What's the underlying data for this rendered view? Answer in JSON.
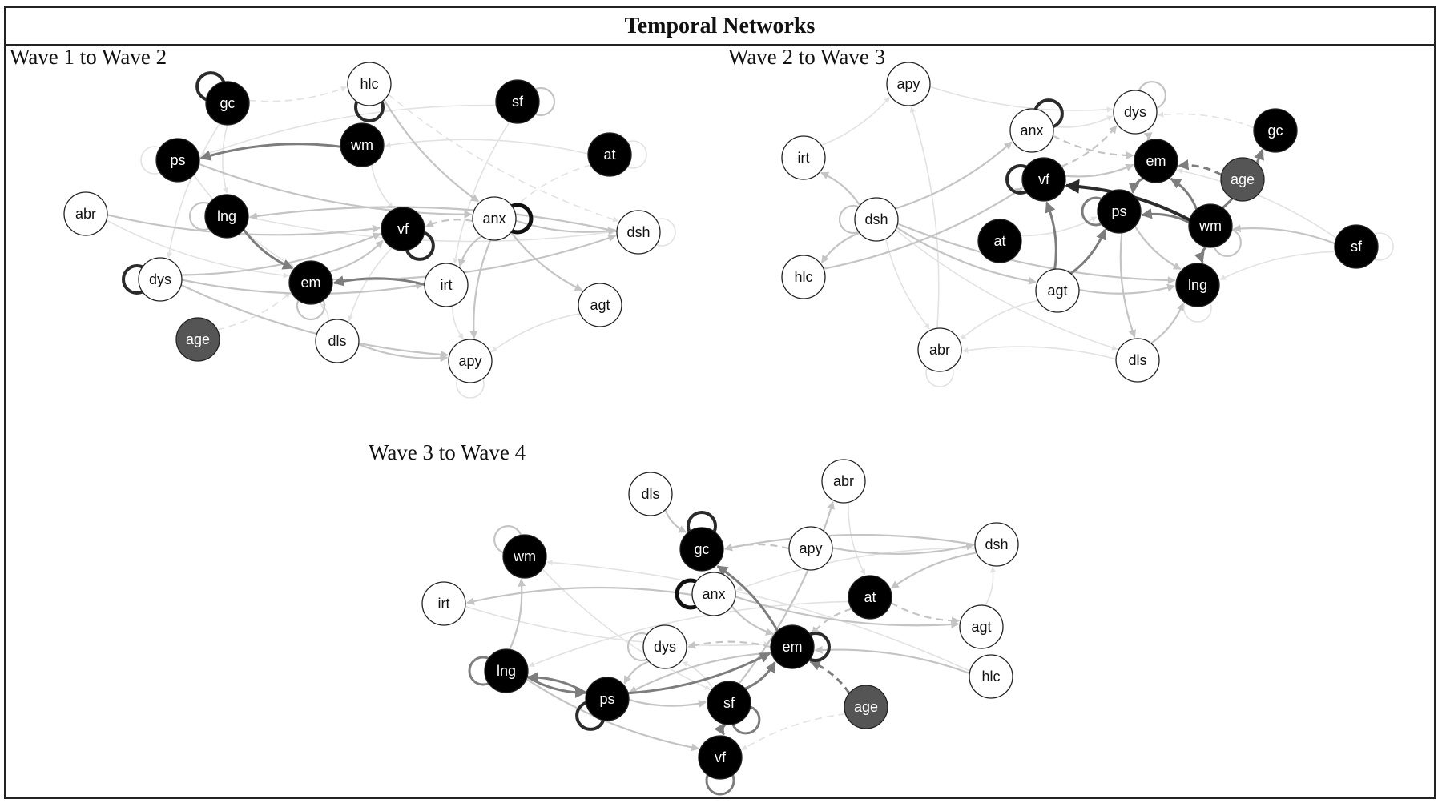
{
  "title": "Temporal Networks",
  "colors": {
    "black_node": "#000000",
    "white_node": "#ffffff",
    "age_node": "#555555",
    "edge_dark": "#2b2b2b",
    "edge_mid": "#7d7d7d",
    "edge_light": "#c4c4c4",
    "edge_faint": "#e2e2e2"
  },
  "panels": [
    {
      "id": "w1",
      "title": "Wave 1 to Wave 2",
      "nodes": [
        {
          "id": "gc",
          "label": "gc",
          "fill": "black"
        },
        {
          "id": "hlc",
          "label": "hlc",
          "fill": "white"
        },
        {
          "id": "sf",
          "label": "sf",
          "fill": "black"
        },
        {
          "id": "wm",
          "label": "wm",
          "fill": "black"
        },
        {
          "id": "ps",
          "label": "ps",
          "fill": "black"
        },
        {
          "id": "at",
          "label": "at",
          "fill": "black"
        },
        {
          "id": "abr",
          "label": "abr",
          "fill": "white"
        },
        {
          "id": "lng",
          "label": "lng",
          "fill": "black"
        },
        {
          "id": "vf",
          "label": "vf",
          "fill": "black"
        },
        {
          "id": "anx",
          "label": "anx",
          "fill": "white"
        },
        {
          "id": "dsh",
          "label": "dsh",
          "fill": "white"
        },
        {
          "id": "dys",
          "label": "dys",
          "fill": "white"
        },
        {
          "id": "em",
          "label": "em",
          "fill": "black"
        },
        {
          "id": "irt",
          "label": "irt",
          "fill": "white"
        },
        {
          "id": "agt",
          "label": "agt",
          "fill": "white"
        },
        {
          "id": "age",
          "label": "age",
          "fill": "age"
        },
        {
          "id": "dls",
          "label": "dls",
          "fill": "white"
        },
        {
          "id": "apy",
          "label": "apy",
          "fill": "white"
        }
      ],
      "loops": [
        {
          "node": "gc",
          "dir": "upleft",
          "tone": "dark"
        },
        {
          "node": "hlc",
          "dir": "down",
          "tone": "dark"
        },
        {
          "node": "sf",
          "dir": "right",
          "tone": "light"
        },
        {
          "node": "ps",
          "dir": "left",
          "tone": "faint"
        },
        {
          "node": "at",
          "dir": "right",
          "tone": "faint"
        },
        {
          "node": "lng",
          "dir": "left",
          "tone": "light"
        },
        {
          "node": "vf",
          "dir": "downright",
          "tone": "dark"
        },
        {
          "node": "anx",
          "dir": "right",
          "tone": "black"
        },
        {
          "node": "dsh",
          "dir": "right",
          "tone": "faint"
        },
        {
          "node": "dys",
          "dir": "left",
          "tone": "dark"
        },
        {
          "node": "em",
          "dir": "down",
          "tone": "light"
        },
        {
          "node": "apy",
          "dir": "down",
          "tone": "faint"
        }
      ],
      "edges": [
        {
          "from": "wm",
          "to": "ps",
          "tone": "mid"
        },
        {
          "from": "lng",
          "to": "em",
          "tone": "mid"
        },
        {
          "from": "anx",
          "to": "vf",
          "tone": "light",
          "dashed": true
        },
        {
          "from": "anx",
          "to": "dsh",
          "tone": "light"
        },
        {
          "from": "anx",
          "to": "agt",
          "tone": "light"
        },
        {
          "from": "anx",
          "to": "apy",
          "tone": "light"
        },
        {
          "from": "anx",
          "to": "irt",
          "tone": "light"
        },
        {
          "from": "dys",
          "to": "vf",
          "tone": "light"
        },
        {
          "from": "dys",
          "to": "apy",
          "tone": "light"
        },
        {
          "from": "dys",
          "to": "irt",
          "tone": "light"
        },
        {
          "from": "irt",
          "to": "em",
          "tone": "mid"
        },
        {
          "from": "abr",
          "to": "vf",
          "tone": "light"
        },
        {
          "from": "ps",
          "to": "anx",
          "tone": "light"
        },
        {
          "from": "gc",
          "to": "hlc",
          "tone": "faint",
          "dashed": true
        },
        {
          "from": "hlc",
          "to": "anx",
          "tone": "light"
        },
        {
          "from": "sf",
          "to": "irt",
          "tone": "faint"
        },
        {
          "from": "at",
          "to": "anx",
          "tone": "faint",
          "dashed": true
        },
        {
          "from": "at",
          "to": "wm",
          "tone": "faint"
        },
        {
          "from": "age",
          "to": "em",
          "tone": "faint",
          "dashed": true
        },
        {
          "from": "dls",
          "to": "apy",
          "tone": "light"
        },
        {
          "from": "em",
          "to": "dsh",
          "tone": "light"
        },
        {
          "from": "em",
          "to": "vf",
          "tone": "light"
        },
        {
          "from": "ps",
          "to": "em",
          "tone": "faint"
        },
        {
          "from": "gc",
          "to": "lng",
          "tone": "faint"
        },
        {
          "from": "dsh",
          "to": "lng",
          "tone": "light"
        },
        {
          "from": "vf",
          "to": "dls",
          "tone": "faint"
        },
        {
          "from": "wm",
          "to": "vf",
          "tone": "faint"
        },
        {
          "from": "agt",
          "to": "apy",
          "tone": "faint"
        },
        {
          "from": "irt",
          "to": "apy",
          "tone": "faint"
        },
        {
          "from": "gc",
          "to": "dys",
          "tone": "faint"
        },
        {
          "from": "abr",
          "to": "em",
          "tone": "faint"
        },
        {
          "from": "hlc",
          "to": "dsh",
          "tone": "faint",
          "dashed": true
        },
        {
          "from": "sf",
          "to": "ps",
          "tone": "faint"
        },
        {
          "from": "dls",
          "to": "em",
          "tone": "faint"
        },
        {
          "from": "lng",
          "to": "dsh",
          "tone": "faint"
        }
      ]
    },
    {
      "id": "w2",
      "title": "Wave 2 to Wave 3",
      "nodes": [
        {
          "id": "apy",
          "label": "apy",
          "fill": "white"
        },
        {
          "id": "dys",
          "label": "dys",
          "fill": "white"
        },
        {
          "id": "anx",
          "label": "anx",
          "fill": "white"
        },
        {
          "id": "gc",
          "label": "gc",
          "fill": "black"
        },
        {
          "id": "irt",
          "label": "irt",
          "fill": "white"
        },
        {
          "id": "em",
          "label": "em",
          "fill": "black"
        },
        {
          "id": "age",
          "label": "age",
          "fill": "age"
        },
        {
          "id": "vf",
          "label": "vf",
          "fill": "black"
        },
        {
          "id": "ps",
          "label": "ps",
          "fill": "black"
        },
        {
          "id": "dsh",
          "label": "dsh",
          "fill": "white"
        },
        {
          "id": "wm",
          "label": "wm",
          "fill": "black"
        },
        {
          "id": "at",
          "label": "at",
          "fill": "black"
        },
        {
          "id": "sf",
          "label": "sf",
          "fill": "black"
        },
        {
          "id": "hlc",
          "label": "hlc",
          "fill": "white"
        },
        {
          "id": "agt",
          "label": "agt",
          "fill": "white"
        },
        {
          "id": "lng",
          "label": "lng",
          "fill": "black"
        },
        {
          "id": "abr",
          "label": "abr",
          "fill": "white"
        },
        {
          "id": "dls",
          "label": "dls",
          "fill": "white"
        }
      ],
      "loops": [
        {
          "node": "anx",
          "dir": "upright",
          "tone": "dark"
        },
        {
          "node": "dys",
          "dir": "upright",
          "tone": "light"
        },
        {
          "node": "vf",
          "dir": "left",
          "tone": "dark"
        },
        {
          "node": "ps",
          "dir": "left",
          "tone": "mid"
        },
        {
          "node": "dsh",
          "dir": "left",
          "tone": "light"
        },
        {
          "node": "wm",
          "dir": "downright",
          "tone": "light"
        },
        {
          "node": "sf",
          "dir": "right",
          "tone": "faint"
        },
        {
          "node": "lng",
          "dir": "down",
          "tone": "faint"
        },
        {
          "node": "abr",
          "dir": "down",
          "tone": "faint"
        }
      ],
      "edges": [
        {
          "from": "wm",
          "to": "vf",
          "tone": "dark"
        },
        {
          "from": "wm",
          "to": "em",
          "tone": "mid"
        },
        {
          "from": "wm",
          "to": "lng",
          "tone": "mid"
        },
        {
          "from": "wm",
          "to": "gc",
          "tone": "mid"
        },
        {
          "from": "wm",
          "to": "ps",
          "tone": "mid"
        },
        {
          "from": "agt",
          "to": "ps",
          "tone": "mid"
        },
        {
          "from": "agt",
          "to": "vf",
          "tone": "mid"
        },
        {
          "from": "agt",
          "to": "lng",
          "tone": "light"
        },
        {
          "from": "age",
          "to": "em",
          "tone": "mid",
          "dashed": true
        },
        {
          "from": "em",
          "to": "ps",
          "tone": "mid"
        },
        {
          "from": "dsh",
          "to": "irt",
          "tone": "light"
        },
        {
          "from": "dsh",
          "to": "hlc",
          "tone": "light"
        },
        {
          "from": "dsh",
          "to": "anx",
          "tone": "light"
        },
        {
          "from": "dsh",
          "to": "abr",
          "tone": "faint"
        },
        {
          "from": "dsh",
          "to": "lng",
          "tone": "light"
        },
        {
          "from": "dsh",
          "to": "agt",
          "tone": "light"
        },
        {
          "from": "dsh",
          "to": "dls",
          "tone": "faint"
        },
        {
          "from": "dls",
          "to": "lng",
          "tone": "light"
        },
        {
          "from": "dls",
          "to": "abr",
          "tone": "faint"
        },
        {
          "from": "hlc",
          "to": "vf",
          "tone": "light"
        },
        {
          "from": "irt",
          "to": "apy",
          "tone": "faint"
        },
        {
          "from": "apy",
          "to": "dys",
          "tone": "faint"
        },
        {
          "from": "abr",
          "to": "apy",
          "tone": "faint"
        },
        {
          "from": "anx",
          "to": "dys",
          "tone": "faint"
        },
        {
          "from": "vf",
          "to": "dys",
          "tone": "light",
          "dashed": true
        },
        {
          "from": "sf",
          "to": "wm",
          "tone": "light"
        },
        {
          "from": "sf",
          "to": "em",
          "tone": "faint"
        },
        {
          "from": "sf",
          "to": "lng",
          "tone": "faint"
        },
        {
          "from": "at",
          "to": "ps",
          "tone": "faint"
        },
        {
          "from": "ps",
          "to": "dls",
          "tone": "light"
        },
        {
          "from": "ps",
          "to": "lng",
          "tone": "light"
        },
        {
          "from": "age",
          "to": "gc",
          "tone": "faint",
          "dashed": true
        },
        {
          "from": "em",
          "to": "dys",
          "tone": "light",
          "dashed": true
        },
        {
          "from": "vf",
          "to": "em",
          "tone": "light"
        },
        {
          "from": "gc",
          "to": "dys",
          "tone": "faint",
          "dashed": true
        },
        {
          "from": "agt",
          "to": "abr",
          "tone": "faint"
        },
        {
          "from": "anx",
          "to": "em",
          "tone": "light",
          "dashed": true
        }
      ]
    },
    {
      "id": "w3",
      "title": "Wave 3 to Wave 4",
      "nodes": [
        {
          "id": "dls",
          "label": "dls",
          "fill": "white"
        },
        {
          "id": "abr",
          "label": "abr",
          "fill": "white"
        },
        {
          "id": "gc",
          "label": "gc",
          "fill": "black"
        },
        {
          "id": "apy",
          "label": "apy",
          "fill": "white"
        },
        {
          "id": "dsh",
          "label": "dsh",
          "fill": "white"
        },
        {
          "id": "wm",
          "label": "wm",
          "fill": "black"
        },
        {
          "id": "anx",
          "label": "anx",
          "fill": "white"
        },
        {
          "id": "at",
          "label": "at",
          "fill": "black"
        },
        {
          "id": "irt",
          "label": "irt",
          "fill": "white"
        },
        {
          "id": "agt",
          "label": "agt",
          "fill": "white"
        },
        {
          "id": "dys",
          "label": "dys",
          "fill": "white"
        },
        {
          "id": "em",
          "label": "em",
          "fill": "black"
        },
        {
          "id": "lng",
          "label": "lng",
          "fill": "black"
        },
        {
          "id": "hlc",
          "label": "hlc",
          "fill": "white"
        },
        {
          "id": "ps",
          "label": "ps",
          "fill": "black"
        },
        {
          "id": "sf",
          "label": "sf",
          "fill": "black"
        },
        {
          "id": "age",
          "label": "age",
          "fill": "age"
        },
        {
          "id": "vf",
          "label": "vf",
          "fill": "black"
        }
      ],
      "loops": [
        {
          "node": "gc",
          "dir": "up",
          "tone": "dark"
        },
        {
          "node": "anx",
          "dir": "left",
          "tone": "black"
        },
        {
          "node": "wm",
          "dir": "upleft",
          "tone": "light"
        },
        {
          "node": "em",
          "dir": "right",
          "tone": "dark"
        },
        {
          "node": "lng",
          "dir": "left",
          "tone": "mid"
        },
        {
          "node": "ps",
          "dir": "downleft",
          "tone": "dark"
        },
        {
          "node": "sf",
          "dir": "downright",
          "tone": "mid"
        },
        {
          "node": "vf",
          "dir": "down",
          "tone": "mid"
        },
        {
          "node": "dys",
          "dir": "left",
          "tone": "light"
        }
      ],
      "edges": [
        {
          "from": "em",
          "to": "gc",
          "tone": "mid"
        },
        {
          "from": "ps",
          "to": "em",
          "tone": "mid"
        },
        {
          "from": "sf",
          "to": "em",
          "tone": "mid"
        },
        {
          "from": "ps",
          "to": "lng",
          "tone": "mid"
        },
        {
          "from": "lng",
          "to": "ps",
          "tone": "mid"
        },
        {
          "from": "sf",
          "to": "vf",
          "tone": "mid"
        },
        {
          "from": "anx",
          "to": "irt",
          "tone": "light"
        },
        {
          "from": "anx",
          "to": "agt",
          "tone": "light"
        },
        {
          "from": "dsh",
          "to": "at",
          "tone": "light"
        },
        {
          "from": "dsh",
          "to": "gc",
          "tone": "light"
        },
        {
          "from": "dsh",
          "to": "anx",
          "tone": "faint"
        },
        {
          "from": "apy",
          "to": "gc",
          "tone": "light",
          "dashed": true
        },
        {
          "from": "em",
          "to": "dys",
          "tone": "light",
          "dashed": true
        },
        {
          "from": "hlc",
          "to": "em",
          "tone": "light"
        },
        {
          "from": "age",
          "to": "em",
          "tone": "mid",
          "dashed": true
        },
        {
          "from": "at",
          "to": "em",
          "tone": "light",
          "dashed": true
        },
        {
          "from": "at",
          "to": "agt",
          "tone": "light",
          "dashed": true
        },
        {
          "from": "dls",
          "to": "gc",
          "tone": "light"
        },
        {
          "from": "abr",
          "to": "at",
          "tone": "faint"
        },
        {
          "from": "lng",
          "to": "wm",
          "tone": "light"
        },
        {
          "from": "ps",
          "to": "sf",
          "tone": "light"
        },
        {
          "from": "lng",
          "to": "vf",
          "tone": "light"
        },
        {
          "from": "sf",
          "to": "abr",
          "tone": "light"
        },
        {
          "from": "agt",
          "to": "dsh",
          "tone": "faint"
        },
        {
          "from": "wm",
          "to": "sf",
          "tone": "faint"
        },
        {
          "from": "irt",
          "to": "em",
          "tone": "faint"
        },
        {
          "from": "dys",
          "to": "ps",
          "tone": "light"
        },
        {
          "from": "em",
          "to": "ps",
          "tone": "light"
        },
        {
          "from": "at",
          "to": "lng",
          "tone": "faint"
        },
        {
          "from": "hlc",
          "to": "wm",
          "tone": "faint"
        },
        {
          "from": "age",
          "to": "vf",
          "tone": "faint",
          "dashed": true
        },
        {
          "from": "apy",
          "to": "dsh",
          "tone": "light"
        },
        {
          "from": "anx",
          "to": "em",
          "tone": "light"
        },
        {
          "from": "sf",
          "to": "dys",
          "tone": "faint"
        }
      ]
    }
  ]
}
